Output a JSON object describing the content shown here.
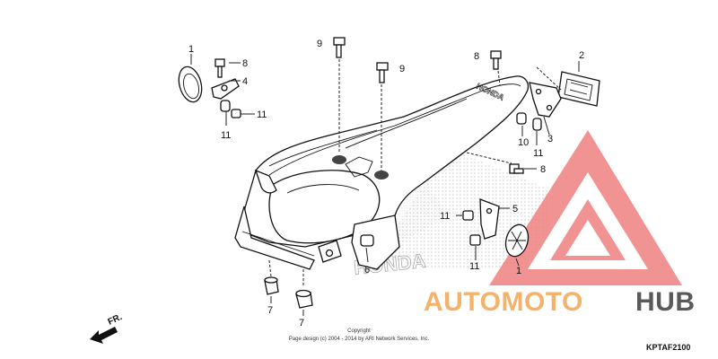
{
  "diagram": {
    "part_labels": {
      "p1_top": "1",
      "p1_bottom": "1",
      "p2": "2",
      "p3": "3",
      "p4": "4",
      "p5": "5",
      "p6": "6",
      "p7_left": "7",
      "p7_right": "7",
      "p8_top_left": "8",
      "p8_top_right": "8",
      "p8_right": "8",
      "p9_left": "9",
      "p9_center": "9",
      "p10": "10",
      "p11_left_a": "11",
      "p11_left_b": "11",
      "p11_right_a": "11",
      "p11_mid": "11",
      "p11_bottom": "11"
    },
    "fender_branding": "HONDA",
    "background_branding": "HONDA",
    "direction_label": "FR.",
    "copyright_line1": "Copyright",
    "copyright_line2": "Page design (c) 2004 - 2014 by ARI Network Services, Inc.",
    "diagram_code": "KPTAF2100"
  },
  "watermark": {
    "text_part1": "AUTOMOTO",
    "text_part2": "HUB",
    "color_part1": "#f5b26b",
    "color_part2": "#5a5a5a",
    "logo_color": "#f08080"
  }
}
